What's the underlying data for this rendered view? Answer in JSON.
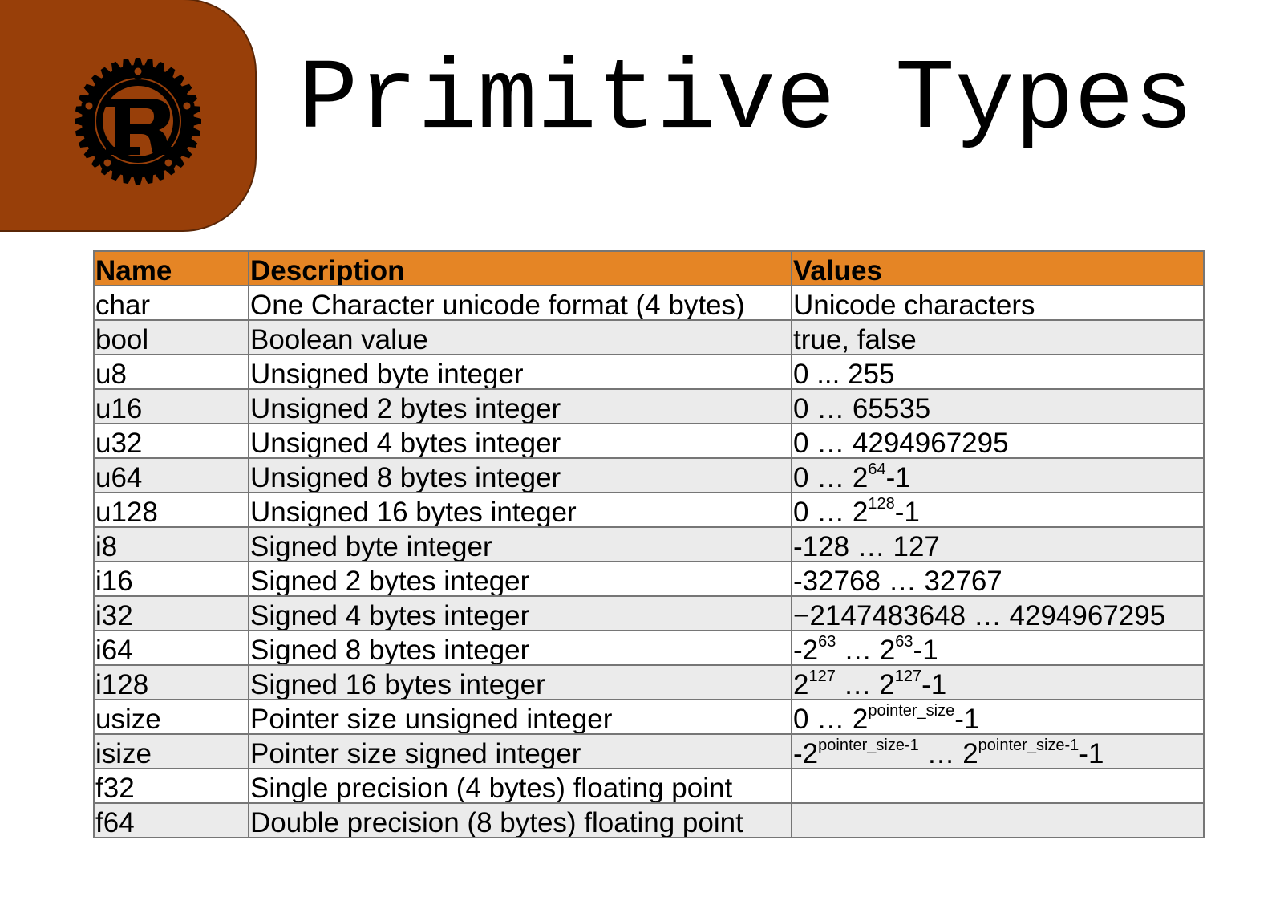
{
  "slide": {
    "title": "Primitive Types",
    "logo_icon": "rust-gear-logo-icon",
    "accent_color": "#983f09",
    "header_color": "#e58525",
    "stripe_color": "#ebebeb"
  },
  "table": {
    "headers": [
      "Name",
      "Description",
      "Values"
    ],
    "rows": [
      {
        "name": "char",
        "description": "One Character unicode format (4 bytes)",
        "value": [
          {
            "t": "Unicode characters"
          }
        ]
      },
      {
        "name": "bool",
        "description": "Boolean value",
        "value": [
          {
            "t": "true, false"
          }
        ]
      },
      {
        "name": "u8",
        "description": "Unsigned byte integer",
        "value": [
          {
            "t": "0 ... 255"
          }
        ]
      },
      {
        "name": "u16",
        "description": "Unsigned 2 bytes integer",
        "value": [
          {
            "t": "0 … 65535"
          }
        ]
      },
      {
        "name": "u32",
        "description": "Unsigned 4 bytes integer",
        "value": [
          {
            "t": "0 … 4294967295"
          }
        ]
      },
      {
        "name": "u64",
        "description": "Unsigned 8 bytes integer",
        "value": [
          {
            "t": "0 … 2"
          },
          {
            "sup": "64"
          },
          {
            "t": "-1"
          }
        ]
      },
      {
        "name": "u128",
        "description": "Unsigned 16 bytes integer",
        "value": [
          {
            "t": "0 … 2"
          },
          {
            "sup": "128"
          },
          {
            "t": "-1"
          }
        ]
      },
      {
        "name": "i8",
        "description": "Signed byte integer",
        "value": [
          {
            "t": "-128 … 127"
          }
        ]
      },
      {
        "name": "i16",
        "description": "Signed 2 bytes integer",
        "value": [
          {
            "t": "-32768 … 32767"
          }
        ]
      },
      {
        "name": "i32",
        "description": "Signed 4 bytes integer",
        "value": [
          {
            "t": "−2147483648 … 4294967295"
          }
        ]
      },
      {
        "name": "i64",
        "description": "Signed 8 bytes integer",
        "value": [
          {
            "t": "-2"
          },
          {
            "sup": "63"
          },
          {
            "t": " … 2"
          },
          {
            "sup": "63"
          },
          {
            "t": "-1"
          }
        ]
      },
      {
        "name": "i128",
        "description": "Signed 16 bytes integer",
        "value": [
          {
            "t": "2"
          },
          {
            "sup": "127"
          },
          {
            "t": " … 2"
          },
          {
            "sup": "127"
          },
          {
            "t": "-1"
          }
        ]
      },
      {
        "name": "usize",
        "description": "Pointer size unsigned integer",
        "value": [
          {
            "t": "0 … 2"
          },
          {
            "sup": "pointer_size"
          },
          {
            "t": "-1"
          }
        ]
      },
      {
        "name": "isize",
        "description": "Pointer size signed integer",
        "value": [
          {
            "t": "-2"
          },
          {
            "sup": "pointer_size-1"
          },
          {
            "t": " … 2"
          },
          {
            "sup": "pointer_size-1"
          },
          {
            "t": "-1"
          }
        ]
      },
      {
        "name": "f32",
        "description": "Single precision (4 bytes) floating point",
        "value": []
      },
      {
        "name": "f64",
        "description": "Double precision (8 bytes) floating point",
        "value": []
      }
    ]
  }
}
